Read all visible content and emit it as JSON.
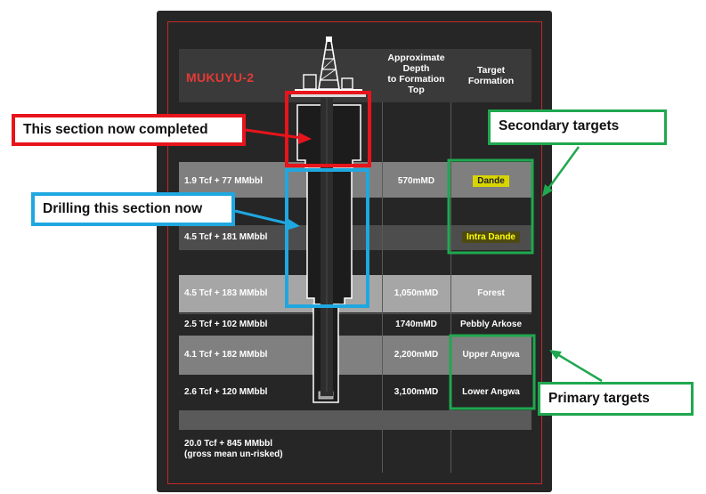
{
  "diagram": {
    "well_name": "MUKUYU-2",
    "header": {
      "depth": [
        "Approximate",
        "Depth",
        "to Formation",
        "Top"
      ],
      "formation": [
        "Target",
        "Formation"
      ]
    },
    "rows": [
      {
        "resource": "1.9 Tcf + 77 MMbbl",
        "depth": "570mMD",
        "formation": "Dande"
      },
      {
        "resource": "4.5 Tcf + 181 MMbbl",
        "depth": "",
        "formation": "Intra Dande"
      },
      {
        "resource": "4.5 Tcf + 183 MMbbl",
        "depth": "1,050mMD",
        "formation": "Forest"
      },
      {
        "resource": "2.5 Tcf + 102 MMbbl",
        "depth": "1740mMD",
        "formation": "Pebbly Arkose"
      },
      {
        "resource": "4.1 Tcf + 182 MMbbl",
        "depth": "2,200mMD",
        "formation": "Upper Angwa"
      },
      {
        "resource": "2.6 Tcf + 120 MMbbl",
        "depth": "3,100mMD",
        "formation": "Lower Angwa"
      }
    ],
    "total": [
      "20.0 Tcf + 845 MMbbl",
      "(gross mean un-risked)"
    ]
  },
  "callouts": {
    "completed": "This section now completed",
    "drilling": "Drilling this section now",
    "secondary": "Secondary targets",
    "primary": "Primary targets"
  },
  "colors": {
    "panel": "#262626",
    "frame_red": "#c62828",
    "title_red": "#e53935",
    "callout_red": "#e8141b",
    "callout_blue": "#1fa7e0",
    "callout_green": "#1fa84f",
    "highlight_yellow": "#ffff00"
  }
}
